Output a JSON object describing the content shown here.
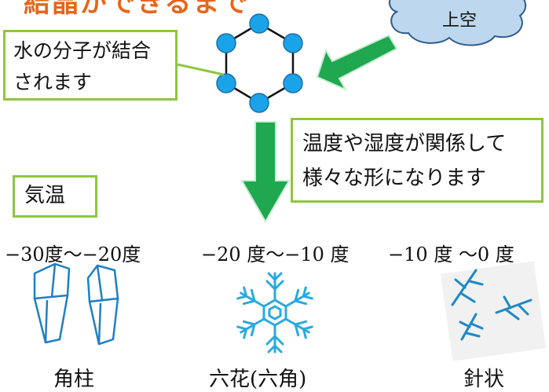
{
  "header": {
    "title": "結晶ができるまで"
  },
  "cloud": {
    "label": "上空"
  },
  "molecule_box": {
    "line1": "水の分子が結合",
    "line2": "されます"
  },
  "conditions_box": {
    "line1": "温度や湿度が関係して",
    "line2": "様々な形になります"
  },
  "temperature_box": {
    "label": "気温"
  },
  "ranges": [
    {
      "temp": "−30度〜−20度",
      "shape": "角柱"
    },
    {
      "temp": "−20 度〜−10 度",
      "shape": "六花(六角)"
    },
    {
      "temp": "−10 度 〜0 度",
      "shape": "針状"
    }
  ],
  "colors": {
    "green_border": "#8dc63f",
    "arrow_green": "#1fa84f",
    "atom_blue": "#1aa3e8",
    "cloud_fill": "#bdd7ee",
    "crystal_blue": "#2aa9e0",
    "title_orange": "#e8651a"
  }
}
